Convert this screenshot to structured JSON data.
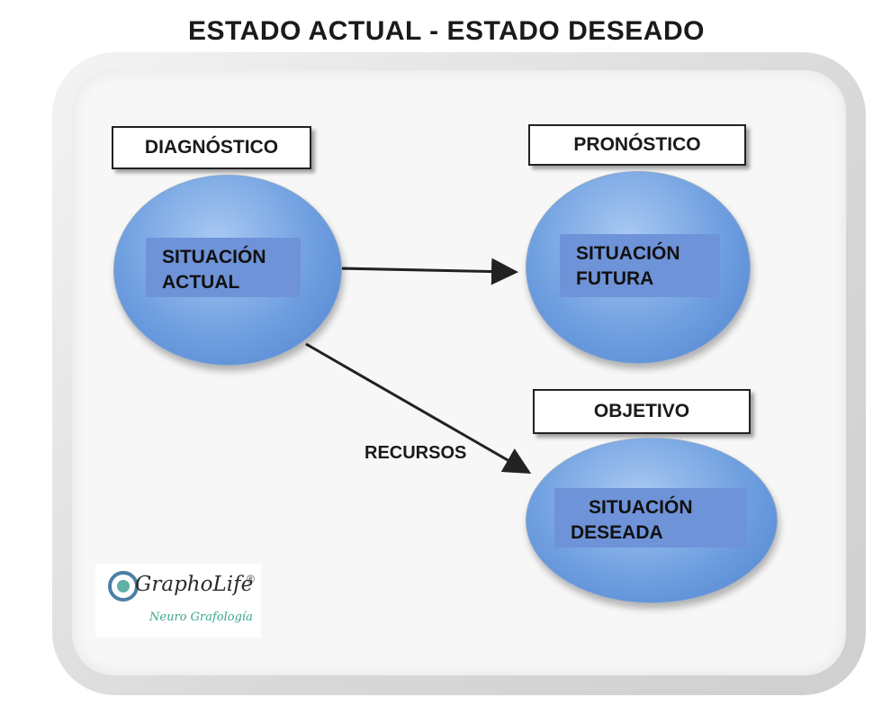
{
  "title": "ESTADO ACTUAL - ESTADO DESEADO",
  "labels": {
    "diagnostico": "DIAGNÓSTICO",
    "pronostico": "PRONÓSTICO",
    "objetivo": "OBJETIVO"
  },
  "nodes": {
    "actual": {
      "line1": "SITUACIÓN",
      "line2": "ACTUAL"
    },
    "futura": {
      "line1": "SITUACIÓN",
      "line2": "FUTURA"
    },
    "deseada": {
      "line1": "SITUACIÓN",
      "line2": "DESEADA"
    }
  },
  "connectors": {
    "recursos": "RECURSOS"
  },
  "logo": {
    "name": "GraphoLife",
    "reg": "®",
    "sub": "Neuro Grafología"
  },
  "colors": {
    "node_fill": "#6f9fe0",
    "node_label_fill": "#6f93d8",
    "arrow": "#222222"
  }
}
